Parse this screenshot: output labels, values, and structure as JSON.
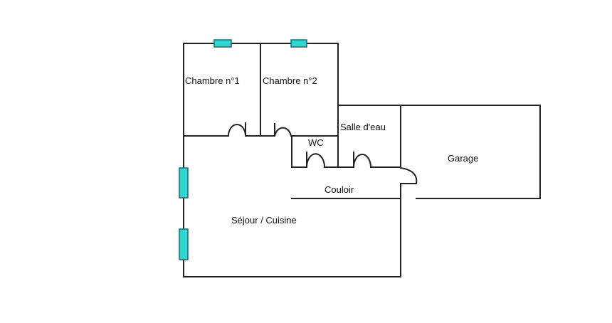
{
  "rooms": {
    "chambre1": "Chambre n°1",
    "chambre2": "Chambre n°2",
    "salle_eau": "Salle d'eau",
    "wc": "WC",
    "garage": "Garage",
    "couloir": "Couloir",
    "sejour": "Séjour / Cuisine"
  },
  "colors": {
    "wall": "#222222",
    "window": "#2fd6d2",
    "background": "#ffffff"
  }
}
